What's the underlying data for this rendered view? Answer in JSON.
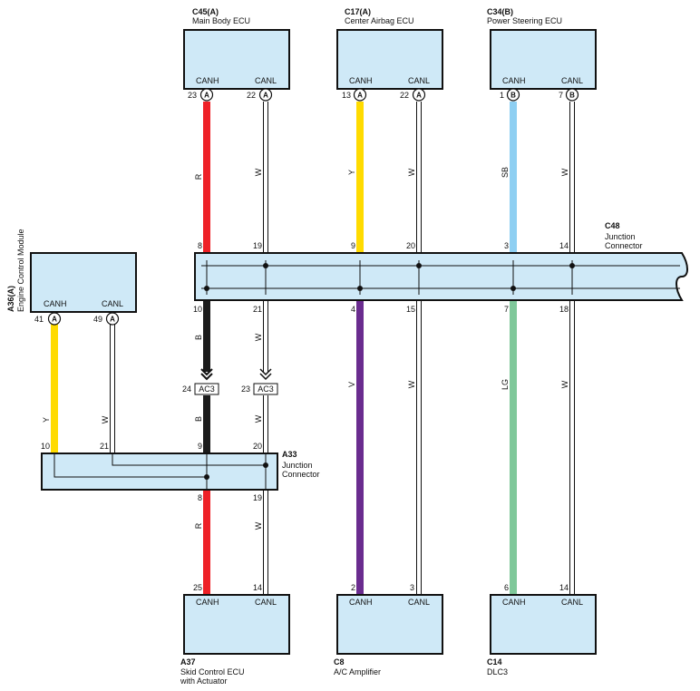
{
  "components": {
    "c45": {
      "code": "C45(A)",
      "name": "Main Body ECU",
      "canh": "CANH",
      "canl": "CANL",
      "pin_h": "23",
      "pin_l": "22",
      "conn": "A"
    },
    "c17": {
      "code": "C17(A)",
      "name": "Center Airbag ECU",
      "canh": "CANH",
      "canl": "CANL",
      "pin_h": "13",
      "pin_l": "22",
      "conn": "A"
    },
    "c34": {
      "code": "C34(B)",
      "name": "Power Steering ECU",
      "canh": "CANH",
      "canl": "CANL",
      "pin_h": "1",
      "pin_l": "7",
      "conn": "B"
    },
    "a36": {
      "code": "A36(A)",
      "name": "Engine Control Module",
      "canh": "CANH",
      "canl": "CANL",
      "pin_h": "41",
      "pin_l": "49",
      "conn": "A"
    },
    "a37": {
      "code": "A37",
      "name_line1": "Skid Control ECU",
      "name_line2": "with Actuator",
      "canh": "CANH",
      "canl": "CANL",
      "pin_h": "25",
      "pin_l": "14"
    },
    "c8": {
      "code": "C8",
      "name": "A/C Amplifier",
      "canh": "CANH",
      "canl": "CANL",
      "pin_h": "2",
      "pin_l": "3"
    },
    "c14": {
      "code": "C14",
      "name": "DLC3",
      "canh": "CANH",
      "canl": "CANL",
      "pin_h": "6",
      "pin_l": "14"
    }
  },
  "junctions": {
    "c48": {
      "code": "C48",
      "name_line1": "Junction",
      "name_line2": "Connector",
      "top_pins": [
        "8",
        "19",
        "9",
        "20",
        "3",
        "14"
      ],
      "bottom_pins": [
        "10",
        "21",
        "4",
        "15",
        "7",
        "18"
      ]
    },
    "a33": {
      "code": "A33",
      "name_line1": "Junction",
      "name_line2": "Connector",
      "top_pins": [
        "10",
        "21",
        "9",
        "20"
      ],
      "bottom_pins": [
        "8",
        "19"
      ]
    }
  },
  "inline_connector": {
    "code": "AC3",
    "pin_h": "24",
    "pin_l": "23"
  },
  "wire_labels": {
    "c45_h": "R",
    "c45_l": "W",
    "c17_h": "Y",
    "c17_l": "W",
    "c34_h": "SB",
    "c34_l": "W",
    "c48_to_ac3_h": "B",
    "c48_to_ac3_l": "W",
    "c48_to_c8_h": "V",
    "c48_to_c8_l": "W",
    "c48_to_c14_h": "LG",
    "c48_to_c14_l": "W",
    "a36_h": "Y",
    "a36_l": "W",
    "ac3_to_a33_h": "B",
    "ac3_to_a33_l": "W",
    "a33_to_a37_h": "R",
    "a33_to_a37_l": "W"
  },
  "colors": {
    "box_fill": "#cfe9f7",
    "wire_R": "#ee2127",
    "wire_Y": "#ffdb00",
    "wire_SB": "#8ecff2",
    "wire_B": "#1b1b1b",
    "wire_V": "#6a2c8f",
    "wire_LG": "#7fc89a",
    "wire_W": "#ffffff"
  }
}
